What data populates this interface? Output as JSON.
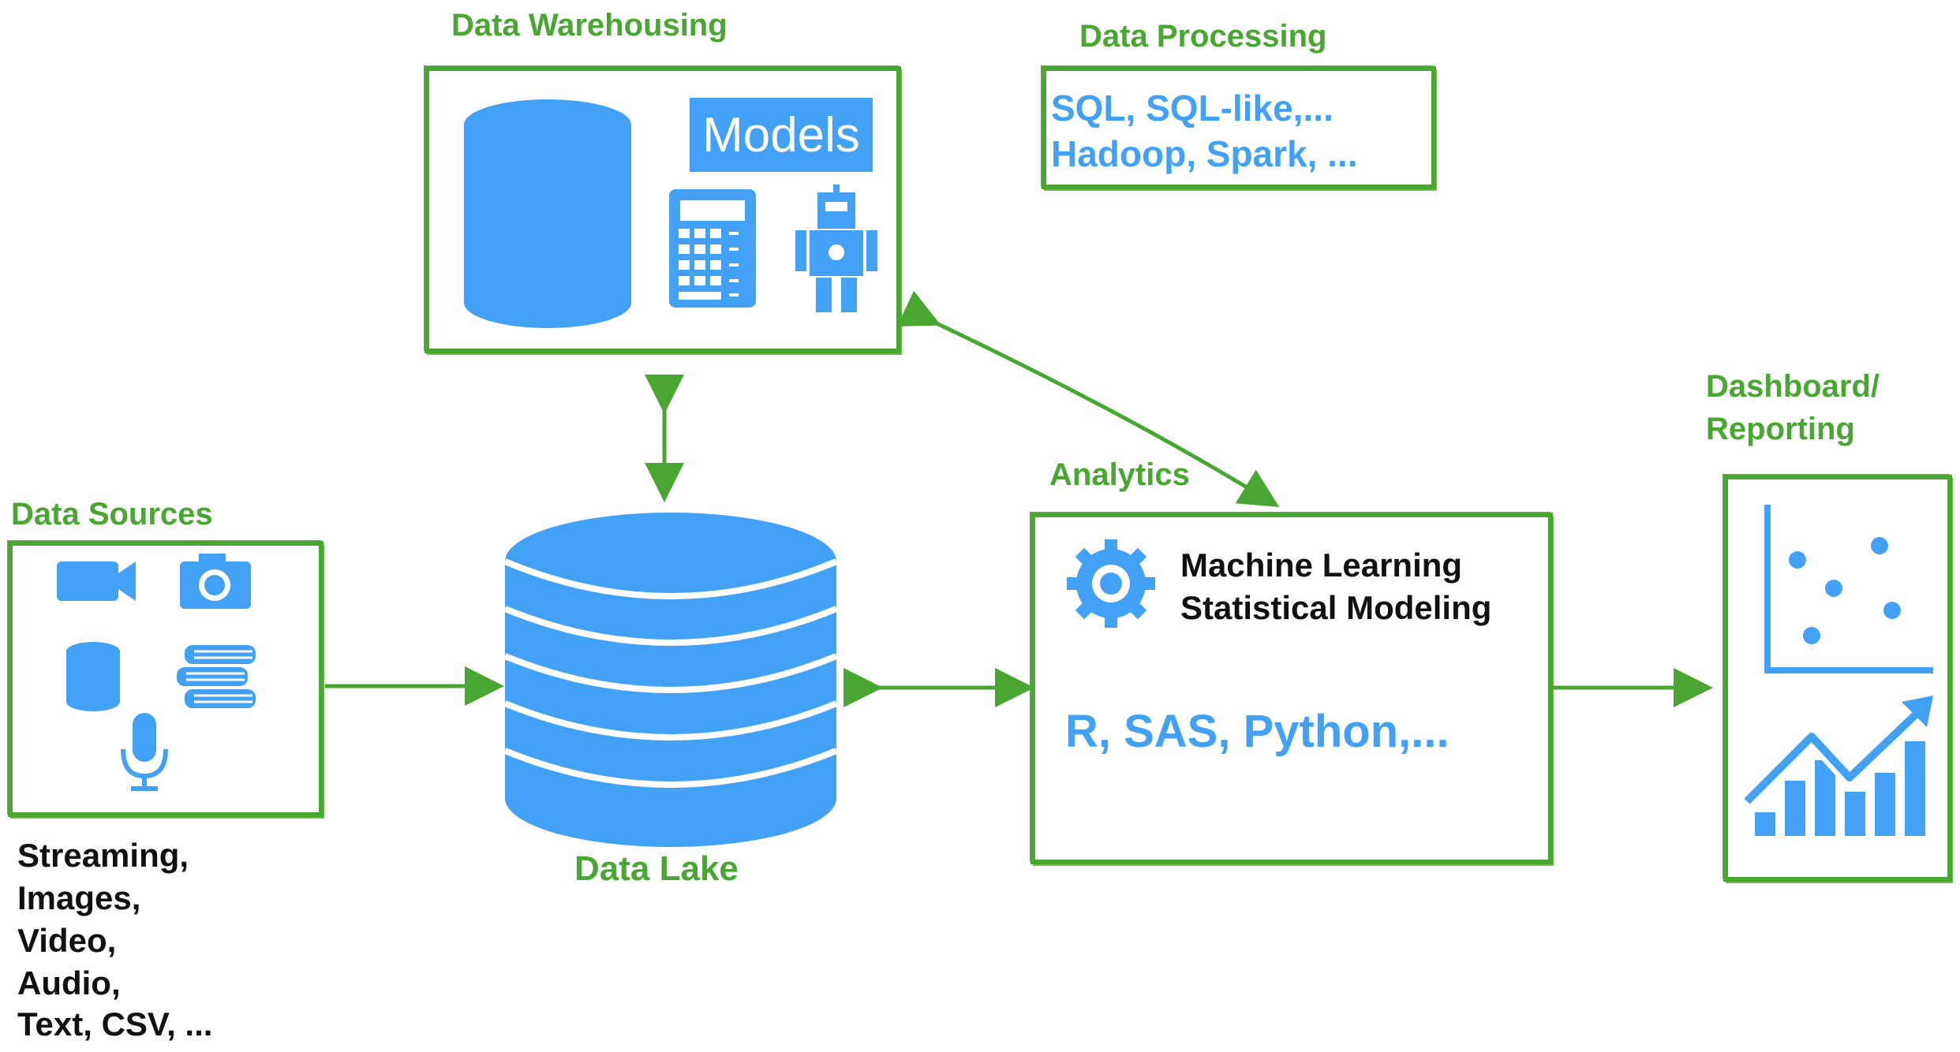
{
  "sections": {
    "data_warehousing": "Data Warehousing",
    "data_processing": "Data Processing",
    "data_sources": "Data Sources",
    "data_lake": "Data Lake",
    "analytics": "Analytics",
    "dashboard_line1": "Dashboard/",
    "dashboard_line2": "Reporting"
  },
  "warehouse": {
    "models_label": "Models"
  },
  "processing": {
    "line1": "SQL, SQL-like,...",
    "line2": "Hadoop, Spark, ..."
  },
  "analytics": {
    "title_line1": "Machine Learning",
    "title_line2": "Statistical Modeling",
    "tools": "R, SAS, Python,..."
  },
  "sources_list": [
    "Streaming,",
    "Images,",
    "Video,",
    "Audio,",
    "Text, CSV, ..."
  ],
  "icons": {
    "warehouse": [
      "database-cylinder-icon",
      "calculator-icon",
      "robot-icon"
    ],
    "sources": [
      "video-camera-icon",
      "photo-camera-icon",
      "database-icon",
      "books-icon",
      "microphone-icon"
    ],
    "analytics": [
      "gear-icon"
    ],
    "dashboard": [
      "scatter-plot-icon",
      "bar-chart-trend-icon"
    ],
    "data_lake": "database-stack-icon"
  },
  "colors": {
    "accent_green": "#4aa632",
    "icon_blue": "#43a1f5",
    "text_dark": "#111111"
  }
}
